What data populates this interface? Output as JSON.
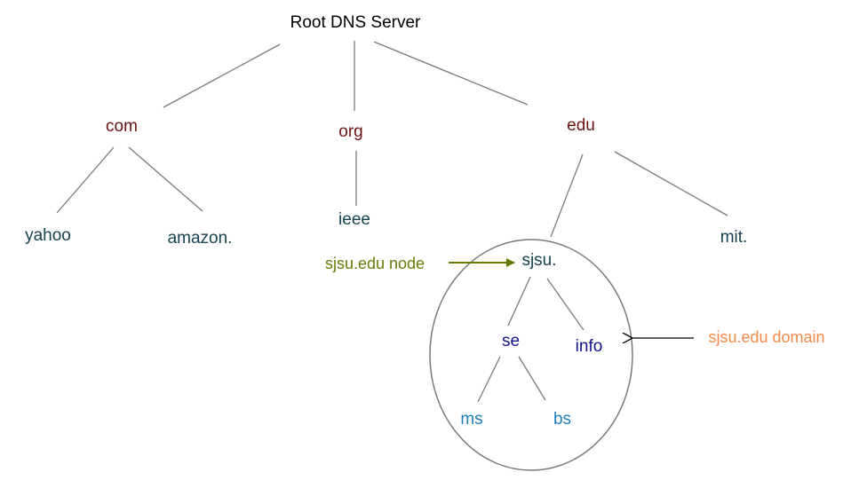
{
  "diagram": {
    "root": {
      "label": "Root DNS Server",
      "color": "#000000"
    },
    "tlds": {
      "com": {
        "label": "com",
        "color": "#6b1414"
      },
      "org": {
        "label": "org",
        "color": "#6b1414"
      },
      "edu": {
        "label": "edu",
        "color": "#6b1414"
      }
    },
    "second_level": {
      "yahoo": {
        "label": "yahoo",
        "color": "#18424f"
      },
      "amazon": {
        "label": "amazon.",
        "color": "#18424f"
      },
      "ieee": {
        "label": "ieee",
        "color": "#18424f"
      },
      "sjsu": {
        "label": "sjsu.",
        "color": "#18424f"
      },
      "mit": {
        "label": "mit.",
        "color": "#18424f"
      }
    },
    "subdomains": {
      "se": {
        "label": "se",
        "color": "#14148c"
      },
      "info": {
        "label": "info",
        "color": "#14148c"
      },
      "ms": {
        "label": "ms",
        "color": "#1f7fb8"
      },
      "bs": {
        "label": "bs",
        "color": "#1f7fb8"
      }
    },
    "callouts": {
      "node": {
        "label": "sjsu.edu node",
        "color": "#6b7a06"
      },
      "domain": {
        "label": "sjsu.edu domain",
        "color": "#f28a4a"
      }
    },
    "line_color": "#7a7a7a"
  }
}
